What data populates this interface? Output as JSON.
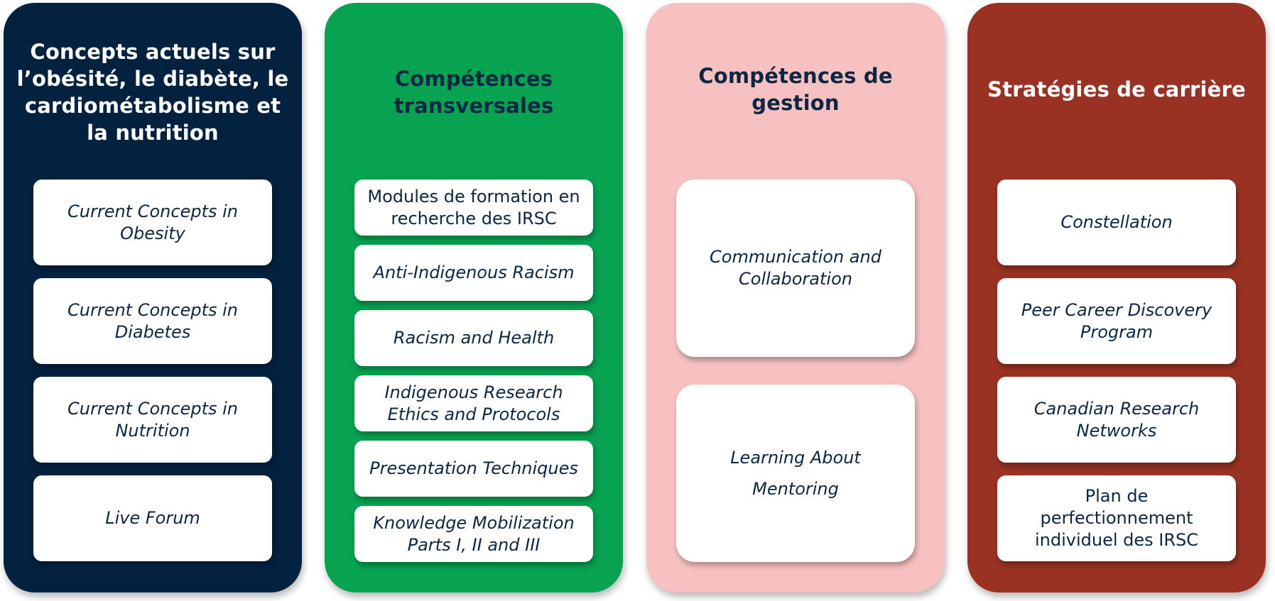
{
  "columns": [
    {
      "title": "Concepts actuels sur l’obésité, le diabète, le cardiométabolisme et la nutrition",
      "color": "#03223f",
      "items": [
        "Current Concepts in Obesity",
        "Current Concepts in Diabetes",
        "Current Concepts in Nutrition",
        "Live Forum"
      ]
    },
    {
      "title": "Compétences transversales",
      "color": "#07a351",
      "items": [
        "Modules de formation en recherche des IRSC",
        "Anti-Indigenous Racism",
        "Racism and Health",
        "Indigenous Research Ethics and Protocols",
        "Presentation Techniques",
        "Knowledge Mobilization Parts I, II and III"
      ]
    },
    {
      "title": "Compétences de gestion",
      "color": "#f8c1c1",
      "items": [
        "Communication and Collaboration",
        "Learning About Mentoring"
      ]
    },
    {
      "title": "Stratégies de carrière",
      "color": "#993222",
      "items": [
        "Constellation",
        "Peer Career Discovery Program",
        "Canadian Research Networks",
        "Plan de perfectionnement individuel des IRSC"
      ]
    }
  ]
}
